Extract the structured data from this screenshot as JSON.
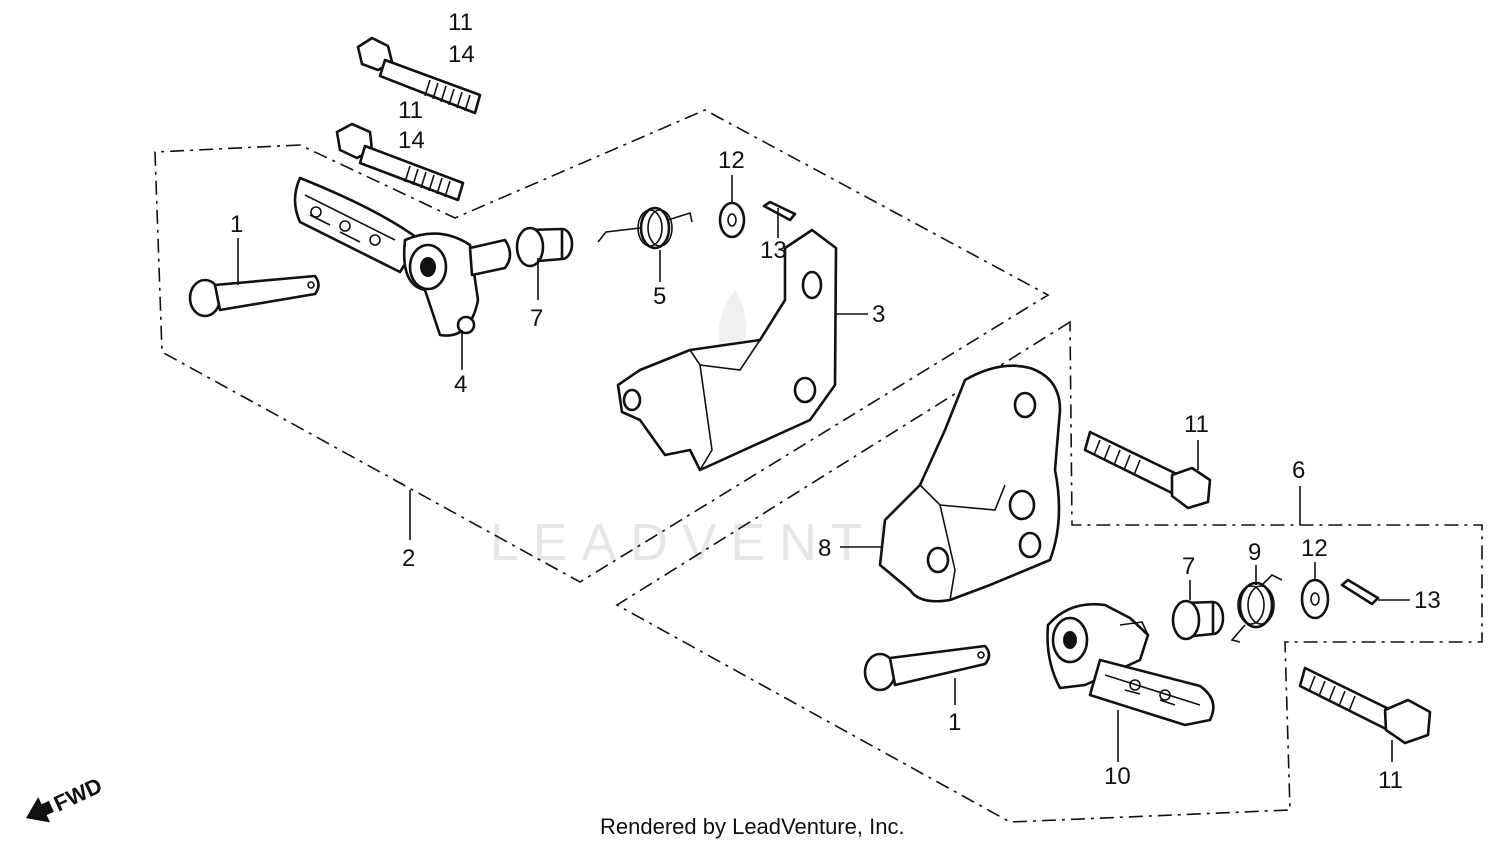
{
  "watermark": "LEADVENTURE",
  "footer": "Rendered by LeadVenture, Inc.",
  "fwd_marker": "FWD",
  "callouts": {
    "c11_top": "11",
    "c14_top": "14",
    "c11_mid": "11",
    "c14_mid": "14",
    "c12_left": "12",
    "c13_left": "13",
    "c1_left": "1",
    "c7_left": "7",
    "c5": "5",
    "c3": "3",
    "c4": "4",
    "c2": "2",
    "c11_right_a": "11",
    "c6": "6",
    "c8": "8",
    "c7_right": "7",
    "c9": "9",
    "c12_right": "12",
    "c13_right": "13",
    "c1_right": "1",
    "c10": "10",
    "c11_right_b": "11"
  }
}
